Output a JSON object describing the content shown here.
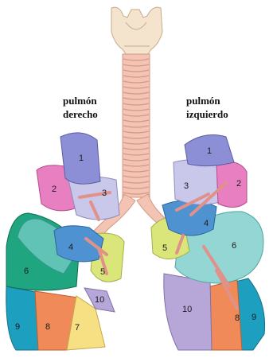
{
  "labels": {
    "right_lung": [
      "pulmón",
      "derecho"
    ],
    "left_lung": [
      "pulmón",
      "izquierdo"
    ]
  },
  "segments": {
    "right": [
      "1",
      "2",
      "3",
      "4",
      "5",
      "6",
      "7",
      "8",
      "9",
      "10"
    ],
    "left": [
      "1",
      "2",
      "3",
      "4",
      "5",
      "6",
      "8",
      "9",
      "10"
    ]
  },
  "colors": {
    "seg1": "#8c8fd6",
    "seg2": "#e87fc0",
    "seg3": "#c9c8ea",
    "seg4": "#4f92d1",
    "seg5": "#dbe67a",
    "seg6_right": "#1fa57f",
    "seg6_left": "#93d6d4",
    "seg7": "#f7df83",
    "seg8": "#f08a58",
    "seg9": "#1d9fc0",
    "seg10": "#b7a7d9",
    "trachea": "#f3c4b4",
    "larynx": "#f4e4cd"
  }
}
